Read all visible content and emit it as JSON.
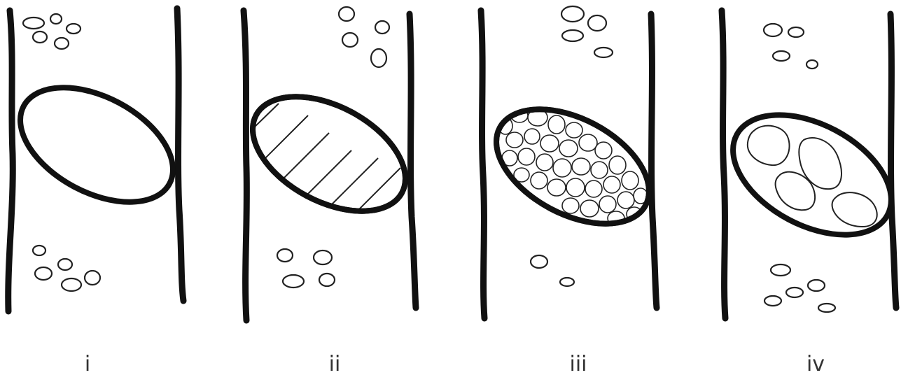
{
  "panels": [
    {
      "id": "i",
      "label": "i",
      "fill_pattern": "empty"
    },
    {
      "id": "ii",
      "label": "ii",
      "fill_pattern": "hatched"
    },
    {
      "id": "iii",
      "label": "iii",
      "fill_pattern": "fine-cellular"
    },
    {
      "id": "iv",
      "label": "iv",
      "fill_pattern": "large-lobules"
    }
  ],
  "colors": {
    "line": "#111111",
    "background": "#ffffff",
    "label": "#333333"
  }
}
